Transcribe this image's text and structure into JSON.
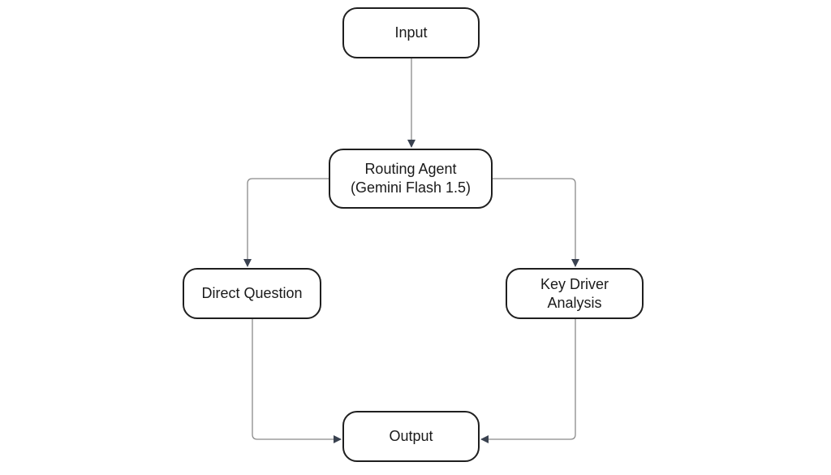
{
  "diagram": {
    "nodes": {
      "input": "Input",
      "routing": "Routing Agent\n(Gemini Flash 1.5)",
      "direct": "Direct Question",
      "kda": "Key Driver\nAnalysis",
      "output": "Output"
    },
    "edges": [
      {
        "from": "input",
        "to": "routing"
      },
      {
        "from": "routing",
        "to": "direct"
      },
      {
        "from": "routing",
        "to": "kda"
      },
      {
        "from": "direct",
        "to": "output"
      },
      {
        "from": "kda",
        "to": "output"
      }
    ],
    "colors": {
      "node_border": "#1f1f1f",
      "connector": "#8a8a8a",
      "arrowhead": "#3a4250",
      "text": "#1a1a1a"
    }
  }
}
